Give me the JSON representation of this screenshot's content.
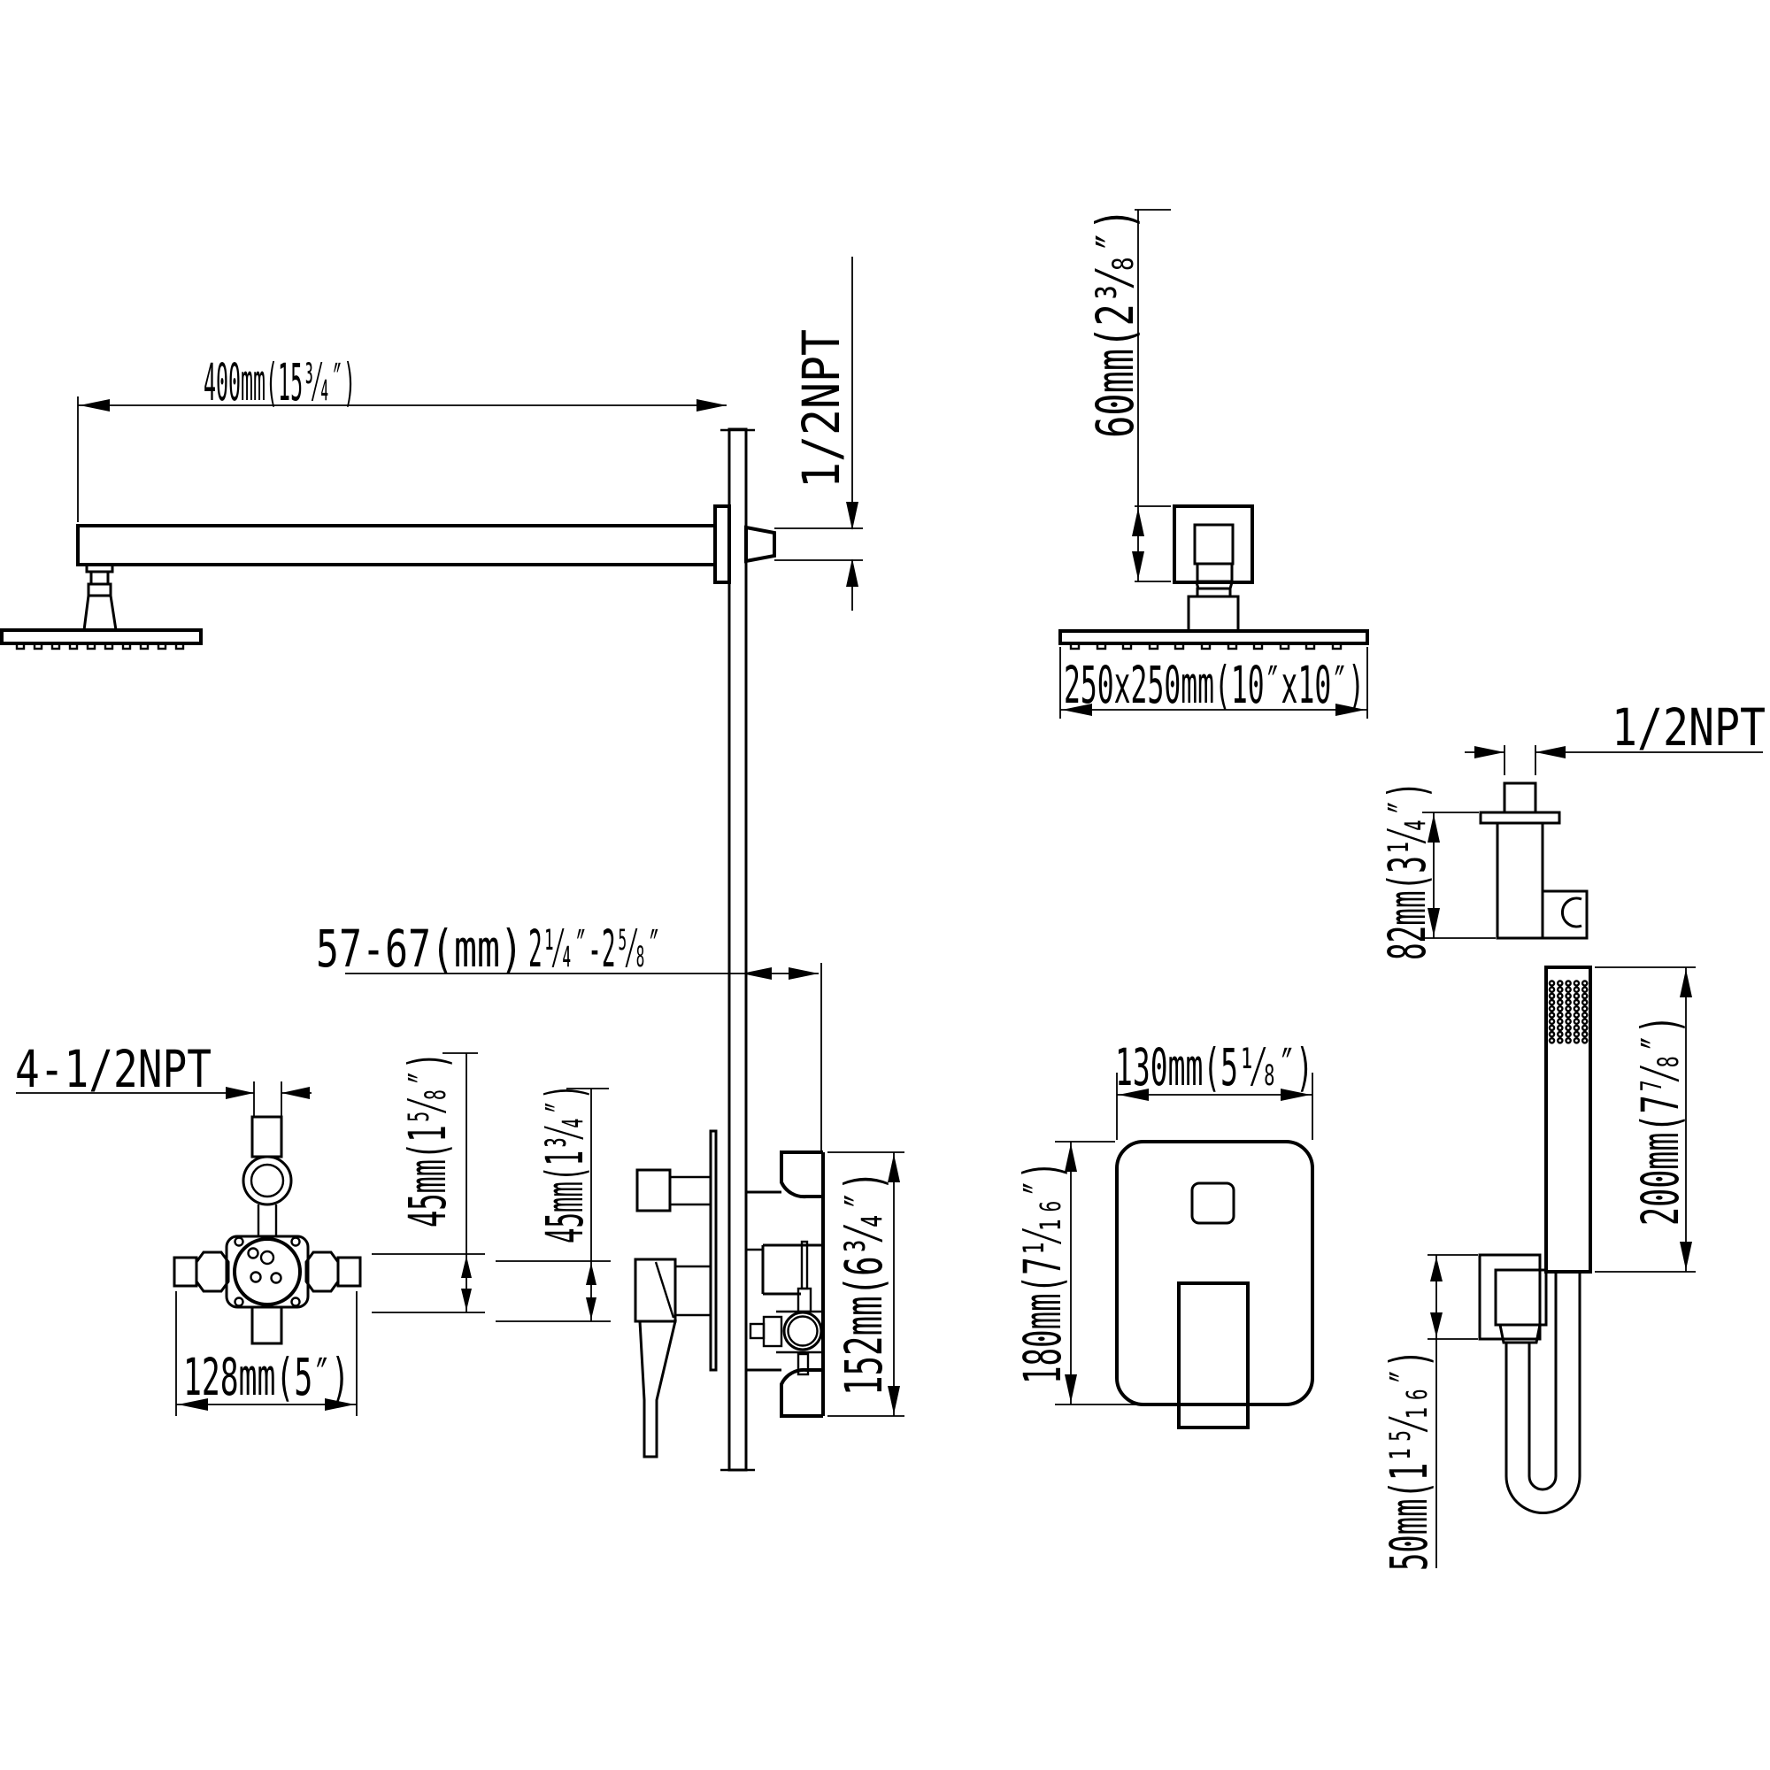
{
  "drawing": {
    "dimensions": {
      "arm_length": "400mm(15³⁄₄″)",
      "arm_wall_thread": "1/2NPT",
      "head_drop": "60mm(2³⁄₈″)",
      "head_size": "250x250mm(10″x10″)",
      "outlet_thread": "1/2NPT",
      "outlet_height": "82mm(3¹⁄₄″)",
      "handshower_length": "200mm(7⁷⁄₈″)",
      "elbow_height": "50mm(1¹⁵⁄₁₆″)",
      "rough_in_mm": "57-67(mm)",
      "rough_in_inch": "2¹⁄₄″-2⁵⁄₈″",
      "valve_ports_thread": "4-1/2NPT",
      "valve_port_height": "45mm(1⁵⁄₈″)",
      "valve_width": "128mm(5″)",
      "handle_height": "45mm(1³⁄₄″)",
      "valve_height": "152mm(6³⁄₄″)",
      "plate_width": "130mm(5¹⁄₈″)",
      "plate_height": "180mm(7¹⁄₁₆″)"
    }
  }
}
